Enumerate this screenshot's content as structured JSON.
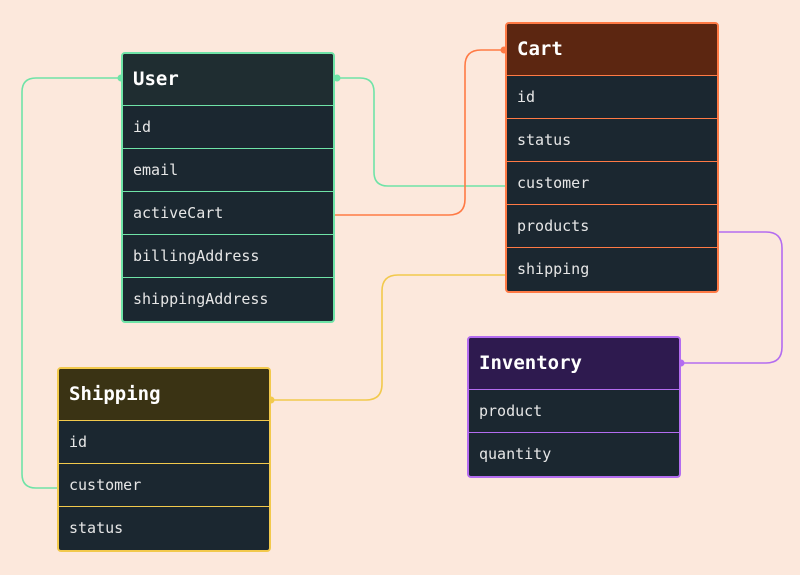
{
  "colors": {
    "background": "#fce8dc",
    "body": "#1b2730",
    "user_accent": "#6fe3a7",
    "cart_accent": "#ff7a45",
    "shipping_accent": "#f2c94c",
    "inventory_accent": "#b36cf0"
  },
  "entities": {
    "user": {
      "title": "User",
      "fields": [
        "id",
        "email",
        "activeCart",
        "billingAddress",
        "shippingAddress"
      ]
    },
    "cart": {
      "title": "Cart",
      "fields": [
        "id",
        "status",
        "customer",
        "products",
        "shipping"
      ]
    },
    "shipping": {
      "title": "Shipping",
      "fields": [
        "id",
        "customer",
        "status"
      ]
    },
    "inventory": {
      "title": "Inventory",
      "fields": [
        "product",
        "quantity"
      ]
    }
  },
  "relations": [
    {
      "from": "cart.customer",
      "to": "user",
      "color": "user_accent"
    },
    {
      "from": "shipping.customer",
      "to": "user",
      "color": "user_accent"
    },
    {
      "from": "user.activeCart",
      "to": "cart",
      "color": "cart_accent"
    },
    {
      "from": "cart.shipping",
      "to": "shipping",
      "color": "shipping_accent"
    },
    {
      "from": "cart.products",
      "to": "inventory",
      "color": "inventory_accent"
    }
  ]
}
